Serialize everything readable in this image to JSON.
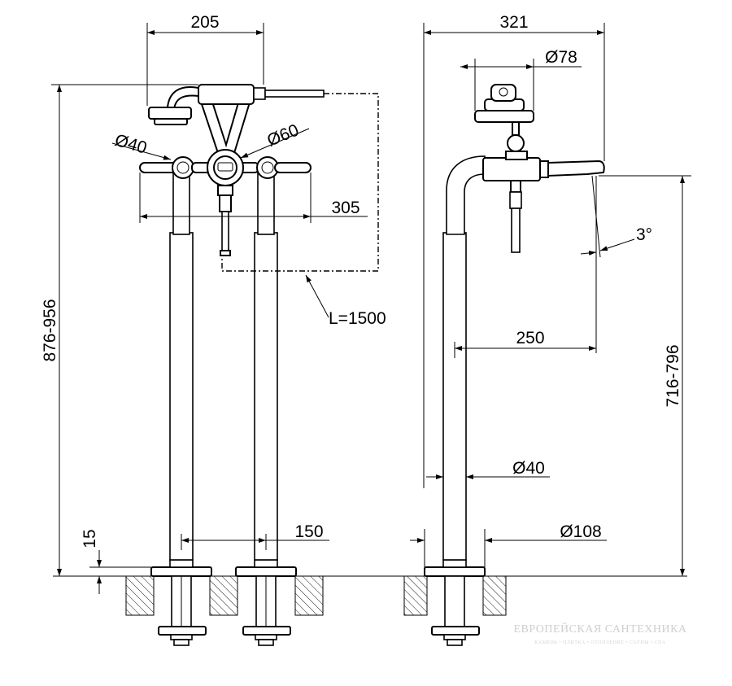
{
  "dimensions": {
    "front_width": "205",
    "shower_dia": "Ø60",
    "handle_dia": "Ø40",
    "handle_span": "305",
    "hose_length": "L=1500",
    "total_height": "876-956",
    "floor_offset": "15",
    "pipe_spacing": "150",
    "side_depth": "321",
    "head_dia": "Ø78",
    "spout_angle": "3°",
    "spout_reach": "250",
    "spout_height": "716-796",
    "pipe_dia": "Ø40",
    "base_dia": "Ø108"
  },
  "watermark": {
    "title": "ЕВРОПЕЙСКАЯ САНТЕХНИКА",
    "subtitle": "КАМЕНЬ • ПЛИТКА • ОТОПЛЕНИЕ • САУНЫ • СПА"
  }
}
